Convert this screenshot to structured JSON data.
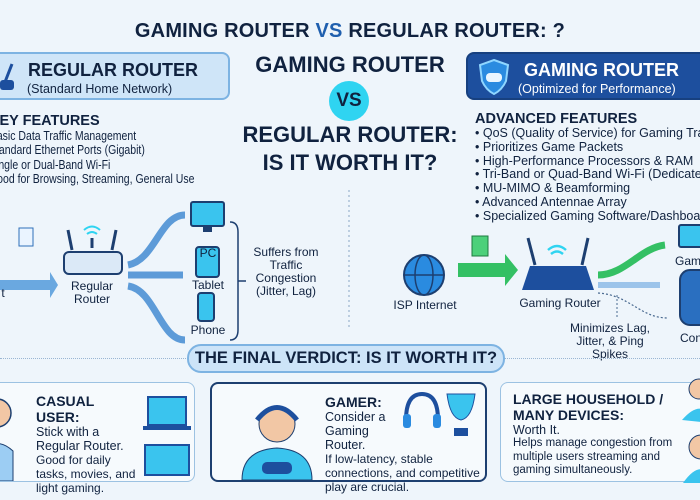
{
  "title": {
    "part1": "GAMING ROUTER ",
    "vs": "VS",
    "part2": " REGULAR ROUTER: ?"
  },
  "left_header": {
    "title": "REGULAR ROUTER",
    "subtitle": "(Standard Home Network)"
  },
  "right_header": {
    "title": "GAMING ROUTER",
    "subtitle": "(Optimized for Performance)"
  },
  "center": {
    "line1": "GAMING ROUTER",
    "vs": "VS",
    "line2": "REGULAR ROUTER:",
    "line3": "IS IT WORTH IT?"
  },
  "left_features": {
    "heading": "KEY FEATURES",
    "items": [
      "Basic Data Traffic Management",
      "Standard Ethernet Ports (Gigabit)",
      "Single or Dual-Band Wi-Fi",
      "Good for Browsing, Streaming, General Use"
    ]
  },
  "right_features": {
    "heading": "ADVANCED FEATURES",
    "items": [
      "QoS (Quality of Service) for Gaming Traffic",
      "Prioritizes Game Packets",
      "High-Performance Processors & RAM",
      "Tri-Band or Quad-Band Wi-Fi (Dedicated C",
      "MU-MIMO & Beamforming",
      "Advanced Antennae Array",
      "Specialized Gaming Software/Dashboard"
    ]
  },
  "left_diagram": {
    "source": "t",
    "router": "Regular Router",
    "devices": [
      "PC",
      "Tablet",
      "Phone"
    ],
    "note": "Suffers from Traffic Congestion (Jitter, Lag)"
  },
  "right_diagram": {
    "source": "ISP Internet",
    "router": "Gaming Router",
    "devices": [
      "Gami",
      "Con"
    ],
    "note": "Minimizes Lag, Jitter, & Ping Spikes"
  },
  "verdict": "THE FINAL VERDICT: IS IT WORTH IT?",
  "cards": [
    {
      "title": "CASUAL USER:",
      "lead": "Stick with a Regular Router.",
      "body": "Good for daily tasks, movies, and light gaming."
    },
    {
      "title": "GAMER:",
      "lead": "Consider a Gaming Router.",
      "body": "If low-latency, stable connections, and competitive play are crucial."
    },
    {
      "title": "LARGE HOUSEHOLD / MANY DEVICES:",
      "lead": "Worth It.",
      "body": "Helps manage congestion from multiple users streaming and gaming simultaneously."
    }
  ],
  "colors": {
    "navy": "#10223f",
    "accent_blue": "#1d4f9e",
    "light_blue": "#cfe5f8",
    "cyan": "#2fd4f1",
    "green": "#2fbf5a"
  }
}
